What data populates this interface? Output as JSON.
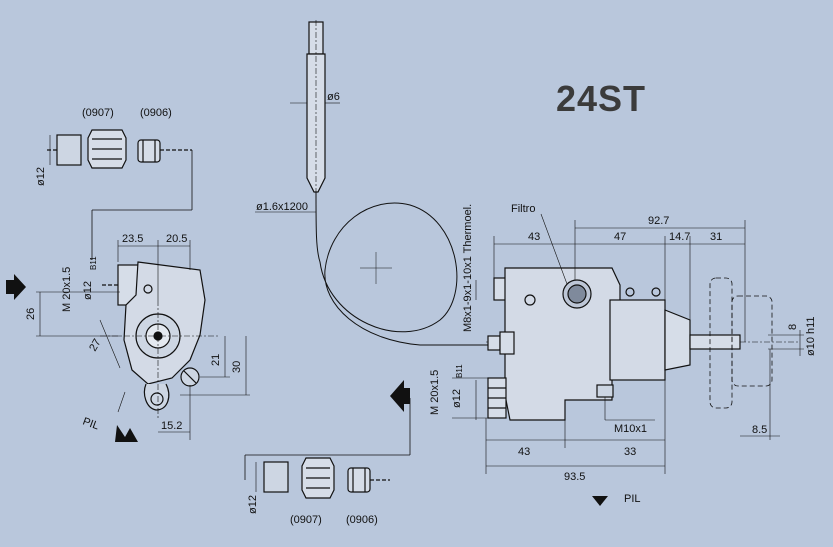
{
  "title": "24ST",
  "part_labels": {
    "nut_top": "(0907)",
    "sleeve_top": "(0906)",
    "nut_bottom": "(0907)",
    "sleeve_bottom": "(0906)",
    "filter": "Filtro",
    "pilot_left": "PIL",
    "pilot_bottom": "PIL"
  },
  "side_view_dims": {
    "d12_top": "ø12",
    "w1": "23.5",
    "w2": "20.5",
    "thread": "M 20x1.5",
    "b11": "B11",
    "d12_inlet": "ø12",
    "h26": "26",
    "angle27": "27",
    "h21": "21",
    "h30": "30",
    "w15": "15.2"
  },
  "bulb_dims": {
    "d6": "ø6",
    "capillary": "ø1.6x1200"
  },
  "front_view_dims": {
    "thermoel": "M8x1-9x1-10x1  Thermoel.",
    "w43_top": "43",
    "w92": "92.7",
    "w47": "47",
    "w14": "14.7",
    "w31": "31",
    "h8": "8",
    "d10": "ø10 h11",
    "thread": "M 20x1.5",
    "b11": "B11",
    "d12": "ø12",
    "m10": "M10x1",
    "w43_bottom": "43",
    "w33": "33",
    "w93": "93.5",
    "w8_5": "8.5",
    "d12_bottom": "ø12"
  }
}
